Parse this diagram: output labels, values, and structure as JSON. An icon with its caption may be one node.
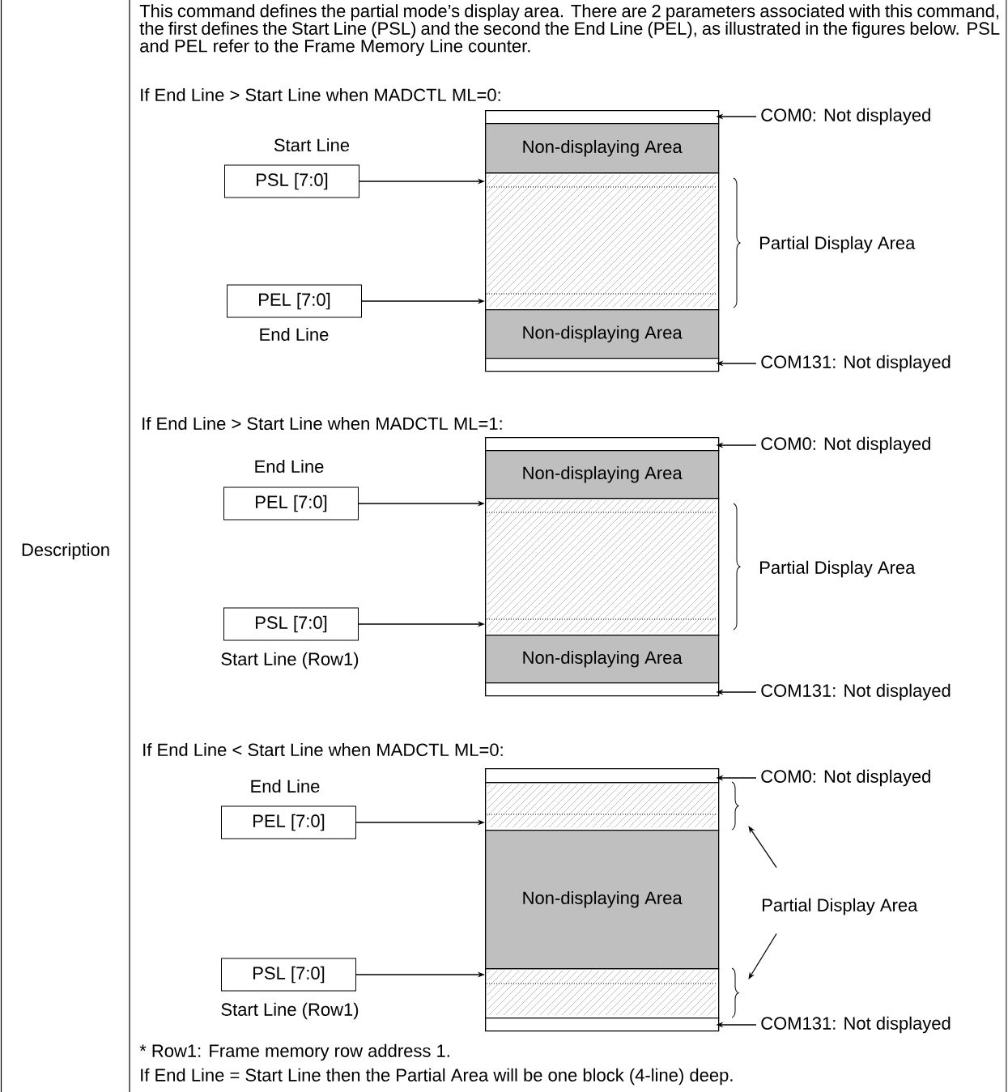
{
  "diagram": {
    "nodes": [
      {
        "text": [],
        "shape": "box"
      },
      {
        "text": [
          "Non-displaying Area"
        ]
      },
      {
        "text": [],
        "shape": "box"
      },
      {
        "text": [
          "Non-displaying Area"
        ]
      },
      {
        "text": [],
        "shape": "box"
      },
      {
        "text": [
          "PSL [7:0]"
        ],
        "beside": [
          "Start Line"
        ]
      },
      {
        "text": [
          "PEL [7:0]"
        ],
        "beside": [
          "End Line"
        ]
      },
      {
        "text": [
          "COM0: Not displayed"
        ]
      },
      {
        "text": [
          "COM131: Not displayed"
        ]
      },
      {
        "text": [],
        "shape": "box"
      },
      {
        "text": [
          "Non-displaying Area"
        ]
      },
      {
        "text": [],
        "shape": "box"
      },
      {
        "text": [
          "Non-displaying Area"
        ]
      },
      {
        "text": [],
        "shape": "box"
      },
      {
        "text": [
          "PEL [7:0]"
        ],
        "beside": [
          "End Line"
        ]
      },
      {
        "text": [
          "PSL [7:0]"
        ],
        "beside": [
          "Start Line (Row1)"
        ]
      },
      {
        "text": [
          "COM0: Not displayed"
        ]
      },
      {
        "text": [
          "COM131: Not displayed"
        ]
      },
      {
        "text": [],
        "shape": "box"
      },
      {
        "text": [],
        "shape": "box"
      },
      {
        "text": [
          "Non-displaying Area"
        ]
      },
      {
        "text": [],
        "shape": "box"
      },
      {
        "text": [],
        "shape": "box"
      },
      {
        "text": [
          "PEL [7:0]"
        ],
        "beside": [
          "End Line"
        ]
      },
      {
        "text": [
          "PSL [7:0]"
        ],
        "beside": [
          "Start Line (Row1)"
        ]
      },
      {
        "text": [
          "COM0: Not displayed"
        ]
      },
      {
        "text": [
          "COM131: Not displayed"
        ]
      },
      {
        "text": [
          "Partial Display Area"
        ]
      }
    ],
    "edges": [
      {
        "from": 5,
        "to": 2,
        "arrow": "to"
      },
      {
        "from": 6,
        "to": 2,
        "arrow": "to"
      },
      {
        "from": 7,
        "to": 0,
        "arrow": "to"
      },
      {
        "from": 8,
        "to": 4,
        "arrow": "to"
      },
      {
        "from": 14,
        "to": 11,
        "arrow": "to"
      },
      {
        "from": 15,
        "to": 11,
        "arrow": "to"
      },
      {
        "from": 16,
        "to": 9,
        "arrow": "to"
      },
      {
        "from": 17,
        "to": 13,
        "arrow": "to"
      },
      {
        "from": 23,
        "to": 19,
        "arrow": "to"
      },
      {
        "from": 24,
        "to": 21,
        "arrow": "to"
      },
      {
        "from": 25,
        "to": 18,
        "arrow": "to"
      },
      {
        "from": 26,
        "to": 22,
        "arrow": "to"
      },
      {
        "from": 27,
        "to": 19,
        "arrow": "to"
      },
      {
        "from": 27,
        "to": 21,
        "arrow": "to"
      }
    ],
    "labels": [
      "Description",
      "This command defines the partial mode’s display area. There are 2 parameters associated with this command, the first defines the Start Line (PSL) and the second the End Line (PEL), as illustrated in the figures below. PSL and PEL refer to the Frame Memory Line counter.",
      "If End Line > Start Line when MADCTL ML=0:",
      "Partial Display Area",
      "If End Line > Start Line when MADCTL ML=1:",
      "Partial Display Area",
      "If End Line < Start Line when MADCTL ML=0:",
      "* Row1: Frame memory row address 1.",
      "If End Line = Start Line then the Partial Area will be one block (4-line) deep."
    ]
  }
}
